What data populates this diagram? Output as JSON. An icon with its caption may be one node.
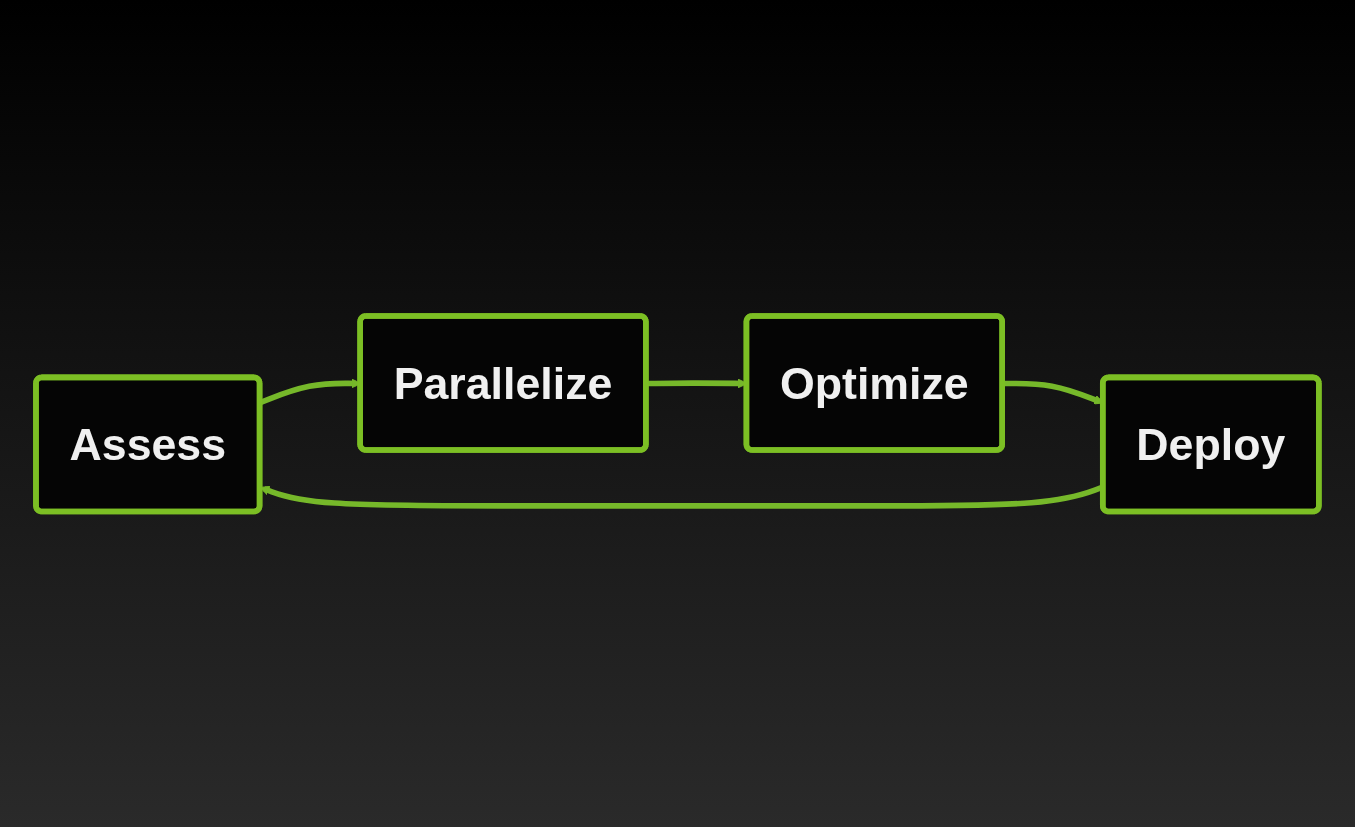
{
  "diagram": {
    "nodes": [
      {
        "text": [
          "Assess"
        ]
      },
      {
        "text": [
          "Parallelize"
        ]
      },
      {
        "text": [
          "Optimize"
        ]
      },
      {
        "text": [
          "Deploy"
        ]
      }
    ],
    "edges": [
      {
        "from": 0,
        "to": 1,
        "arrow": "to"
      },
      {
        "from": 1,
        "to": 2,
        "arrow": "to"
      },
      {
        "from": 2,
        "to": 3,
        "arrow": "to"
      },
      {
        "from": 3,
        "to": 0,
        "arrow": "to"
      }
    ]
  }
}
